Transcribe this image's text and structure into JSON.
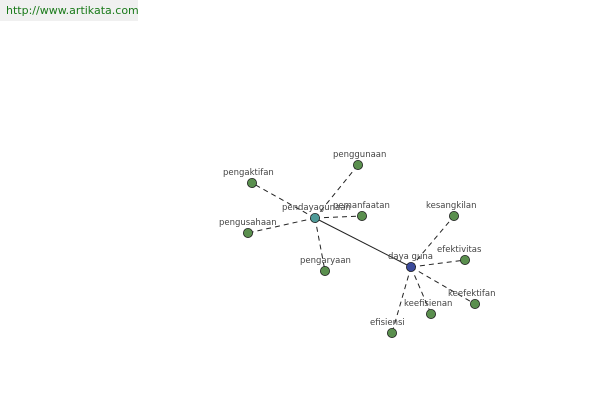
{
  "source_url": "http://www.artikata.com",
  "colors": {
    "leaf_node": "#5a8f4e",
    "hub_pendayagunaan": "#4f9a98",
    "hub_daya_guna": "#3b4a9a",
    "edge": "#222222"
  },
  "nodes": [
    {
      "id": "pendayagunaan",
      "label": "pendayagunaan",
      "kind": "hub",
      "color_key": "hub_pendayagunaan"
    },
    {
      "id": "daya_guna",
      "label": "daya guna",
      "kind": "hub",
      "color_key": "hub_daya_guna"
    },
    {
      "id": "penggunaan",
      "label": "penggunaan",
      "kind": "leaf"
    },
    {
      "id": "pengaktifan",
      "label": "pengaktifan",
      "kind": "leaf"
    },
    {
      "id": "pemanfaatan",
      "label": "pemanfaatan",
      "kind": "leaf"
    },
    {
      "id": "pengusahaan",
      "label": "pengusahaan",
      "kind": "leaf"
    },
    {
      "id": "pengaryaan",
      "label": "pengaryaan",
      "kind": "leaf"
    },
    {
      "id": "kesangkilan",
      "label": "kesangkilan",
      "kind": "leaf"
    },
    {
      "id": "efektivitas",
      "label": "efektivitas",
      "kind": "leaf"
    },
    {
      "id": "keefektifan",
      "label": "keefektifan",
      "kind": "leaf"
    },
    {
      "id": "keefisienan",
      "label": "keefisienan",
      "kind": "leaf"
    },
    {
      "id": "efisiensi",
      "label": "efisiensi",
      "kind": "leaf"
    }
  ],
  "edges": [
    {
      "from": "pendayagunaan",
      "to": "daya_guna",
      "style": "solid"
    },
    {
      "from": "pendayagunaan",
      "to": "penggunaan",
      "style": "dashed"
    },
    {
      "from": "pendayagunaan",
      "to": "pengaktifan",
      "style": "dashed"
    },
    {
      "from": "pendayagunaan",
      "to": "pemanfaatan",
      "style": "dashed"
    },
    {
      "from": "pendayagunaan",
      "to": "pengusahaan",
      "style": "dashed"
    },
    {
      "from": "pendayagunaan",
      "to": "pengaryaan",
      "style": "dashed"
    },
    {
      "from": "daya_guna",
      "to": "kesangkilan",
      "style": "dashed"
    },
    {
      "from": "daya_guna",
      "to": "efektivitas",
      "style": "dashed"
    },
    {
      "from": "daya_guna",
      "to": "keefektifan",
      "style": "dashed"
    },
    {
      "from": "daya_guna",
      "to": "keefisienan",
      "style": "dashed"
    },
    {
      "from": "daya_guna",
      "to": "efisiensi",
      "style": "dashed"
    }
  ]
}
